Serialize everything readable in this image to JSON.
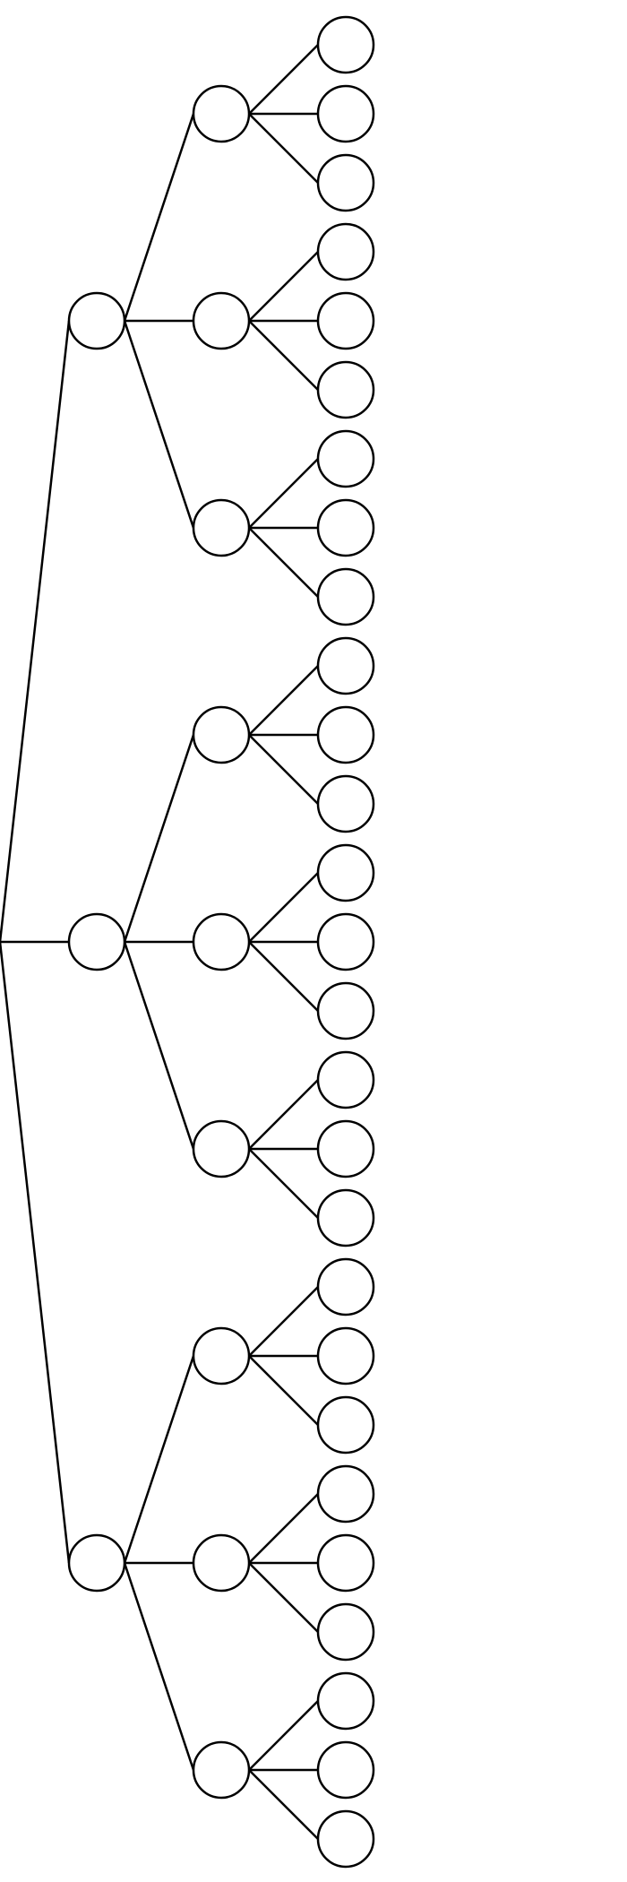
{
  "tree": {
    "root_children": 3,
    "branching": 3,
    "levels": 3,
    "stroke_color": "#000000",
    "fill_color": "#ffffff"
  }
}
